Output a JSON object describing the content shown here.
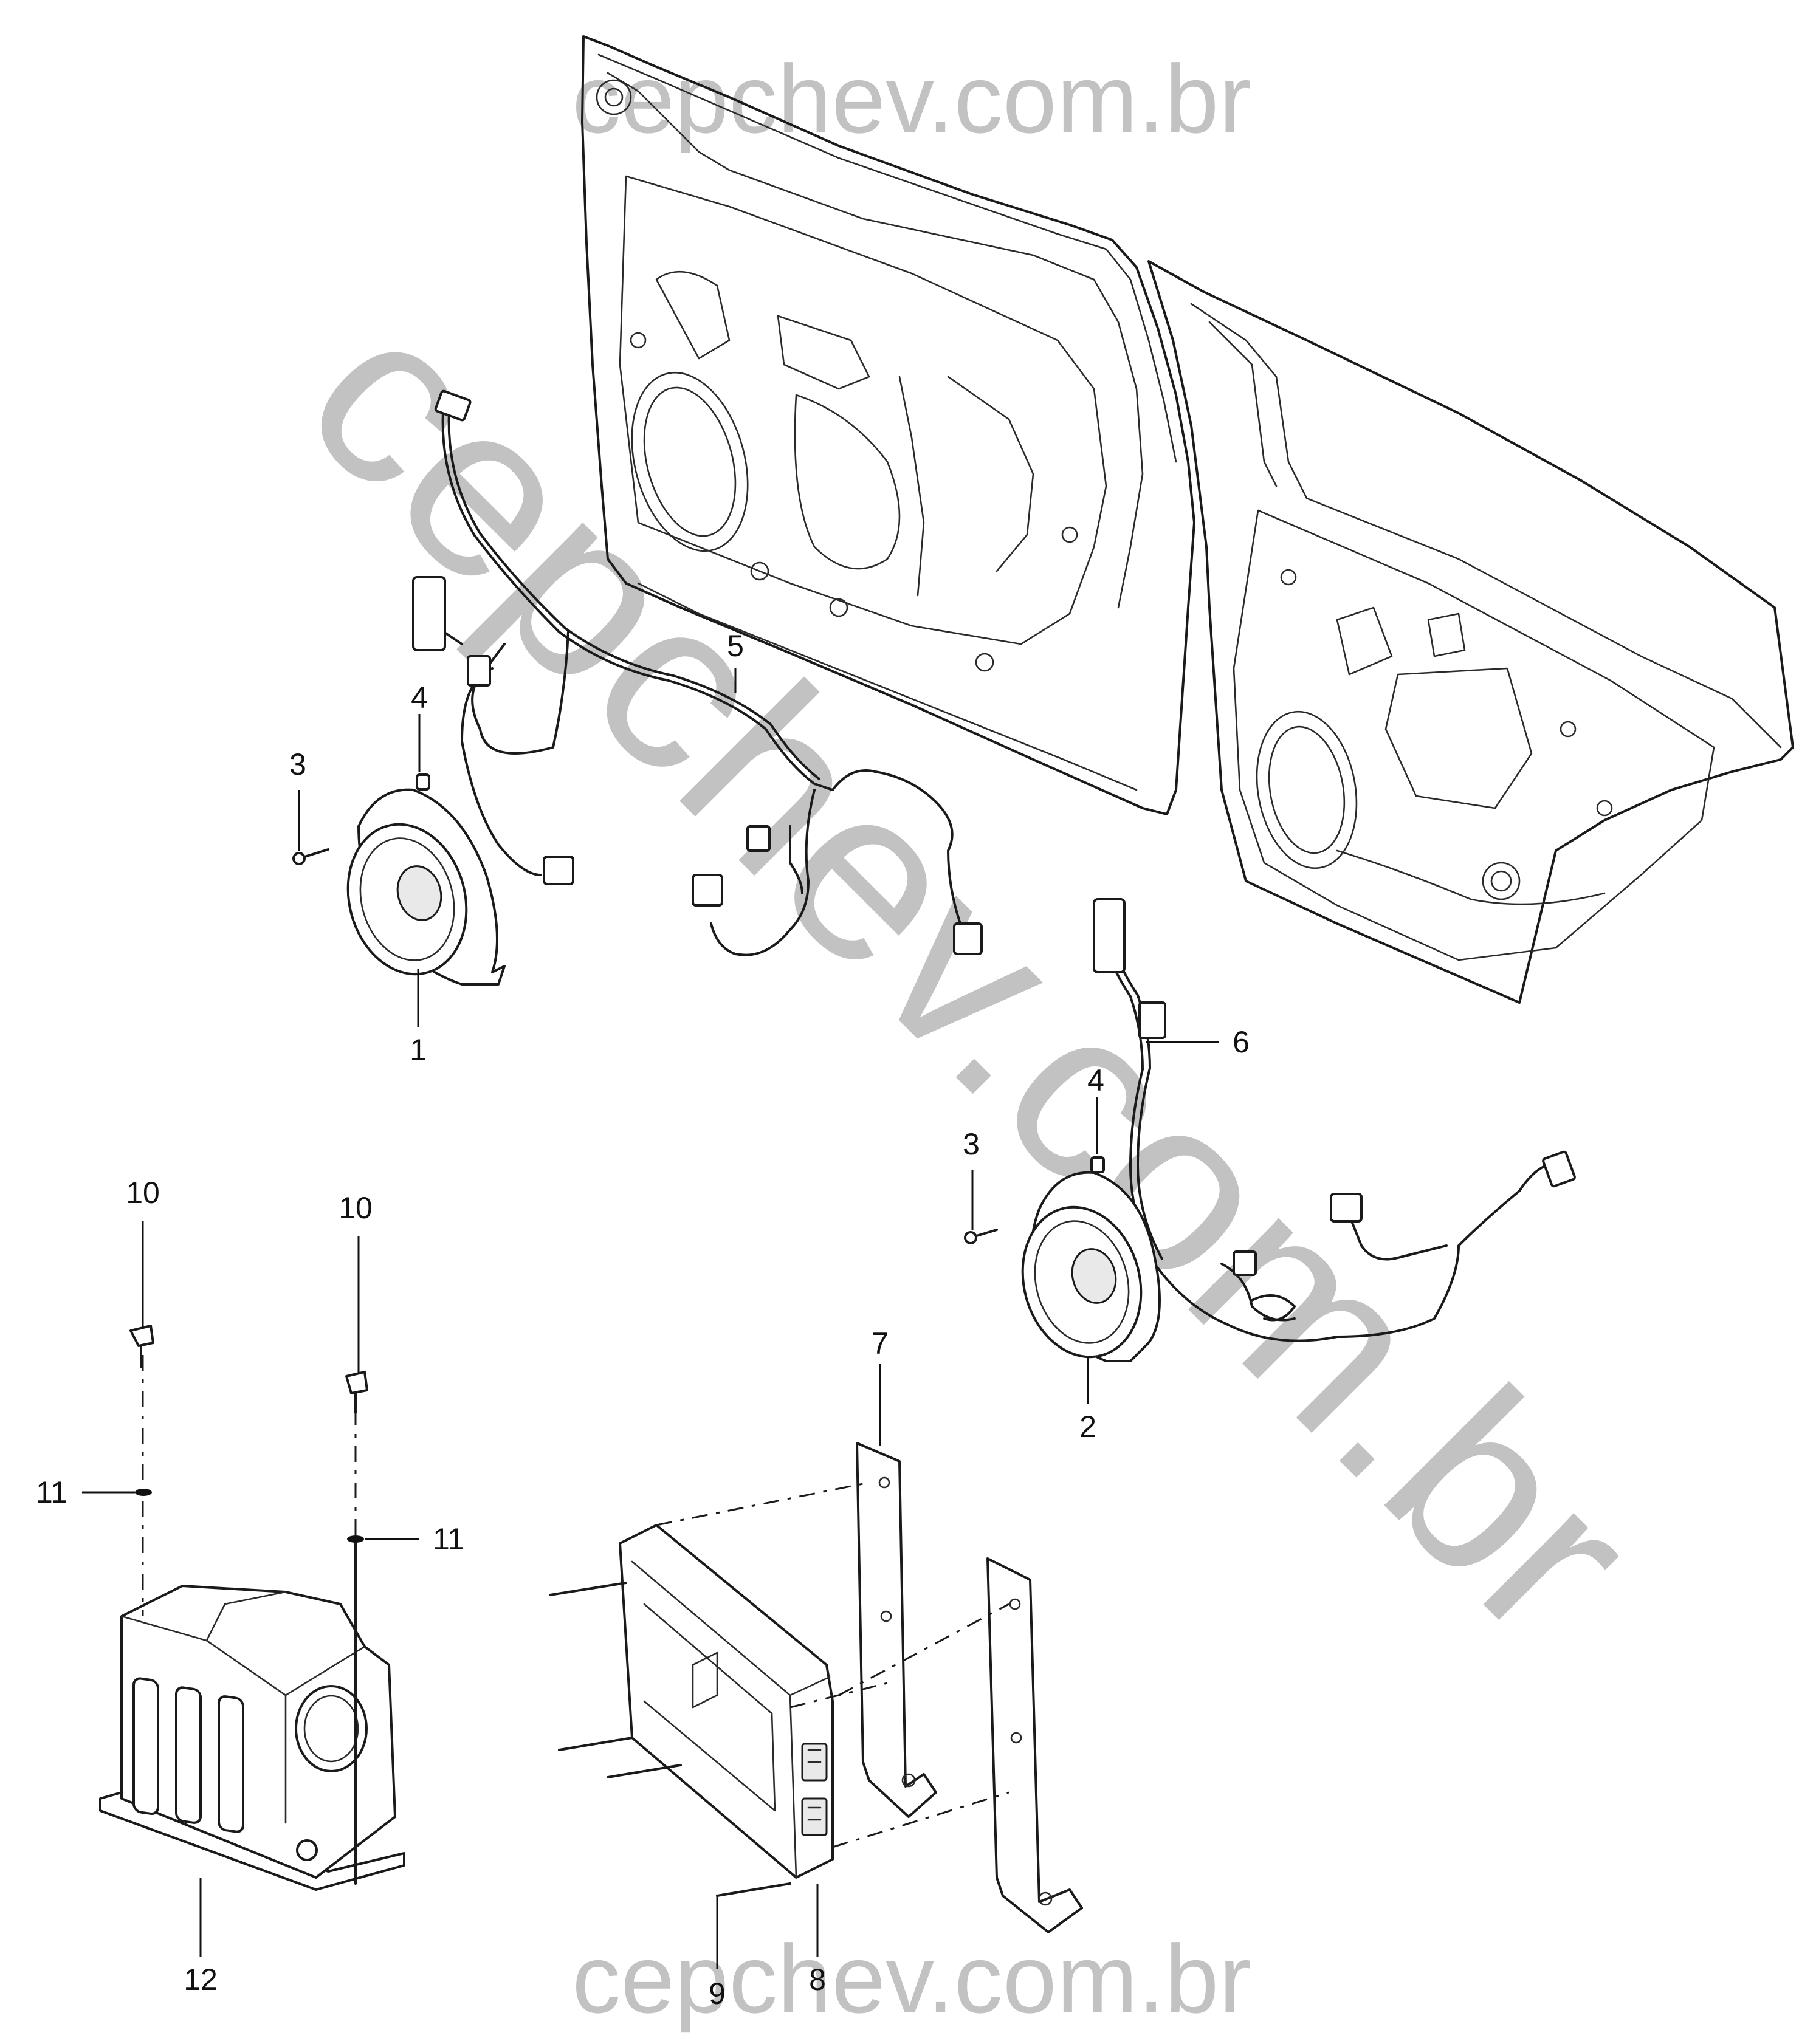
{
  "watermarks": {
    "top": "cepchev.com.br",
    "bottom": "cepchev.com.br",
    "diagonal": "cepchev.com.br"
  },
  "callouts": {
    "c1": "1",
    "c2": "2",
    "c3a": "3",
    "c3b": "3",
    "c4a": "4",
    "c4b": "4",
    "c5": "5",
    "c6": "6",
    "c7": "7",
    "c8": "8",
    "c9": "9",
    "c10a": "10",
    "c10b": "10",
    "c11a": "11",
    "c11b": "11",
    "c12": "12"
  },
  "colors": {
    "watermark": "#c2c2c2",
    "lines": "#1a1a1a",
    "background": "#ffffff"
  }
}
